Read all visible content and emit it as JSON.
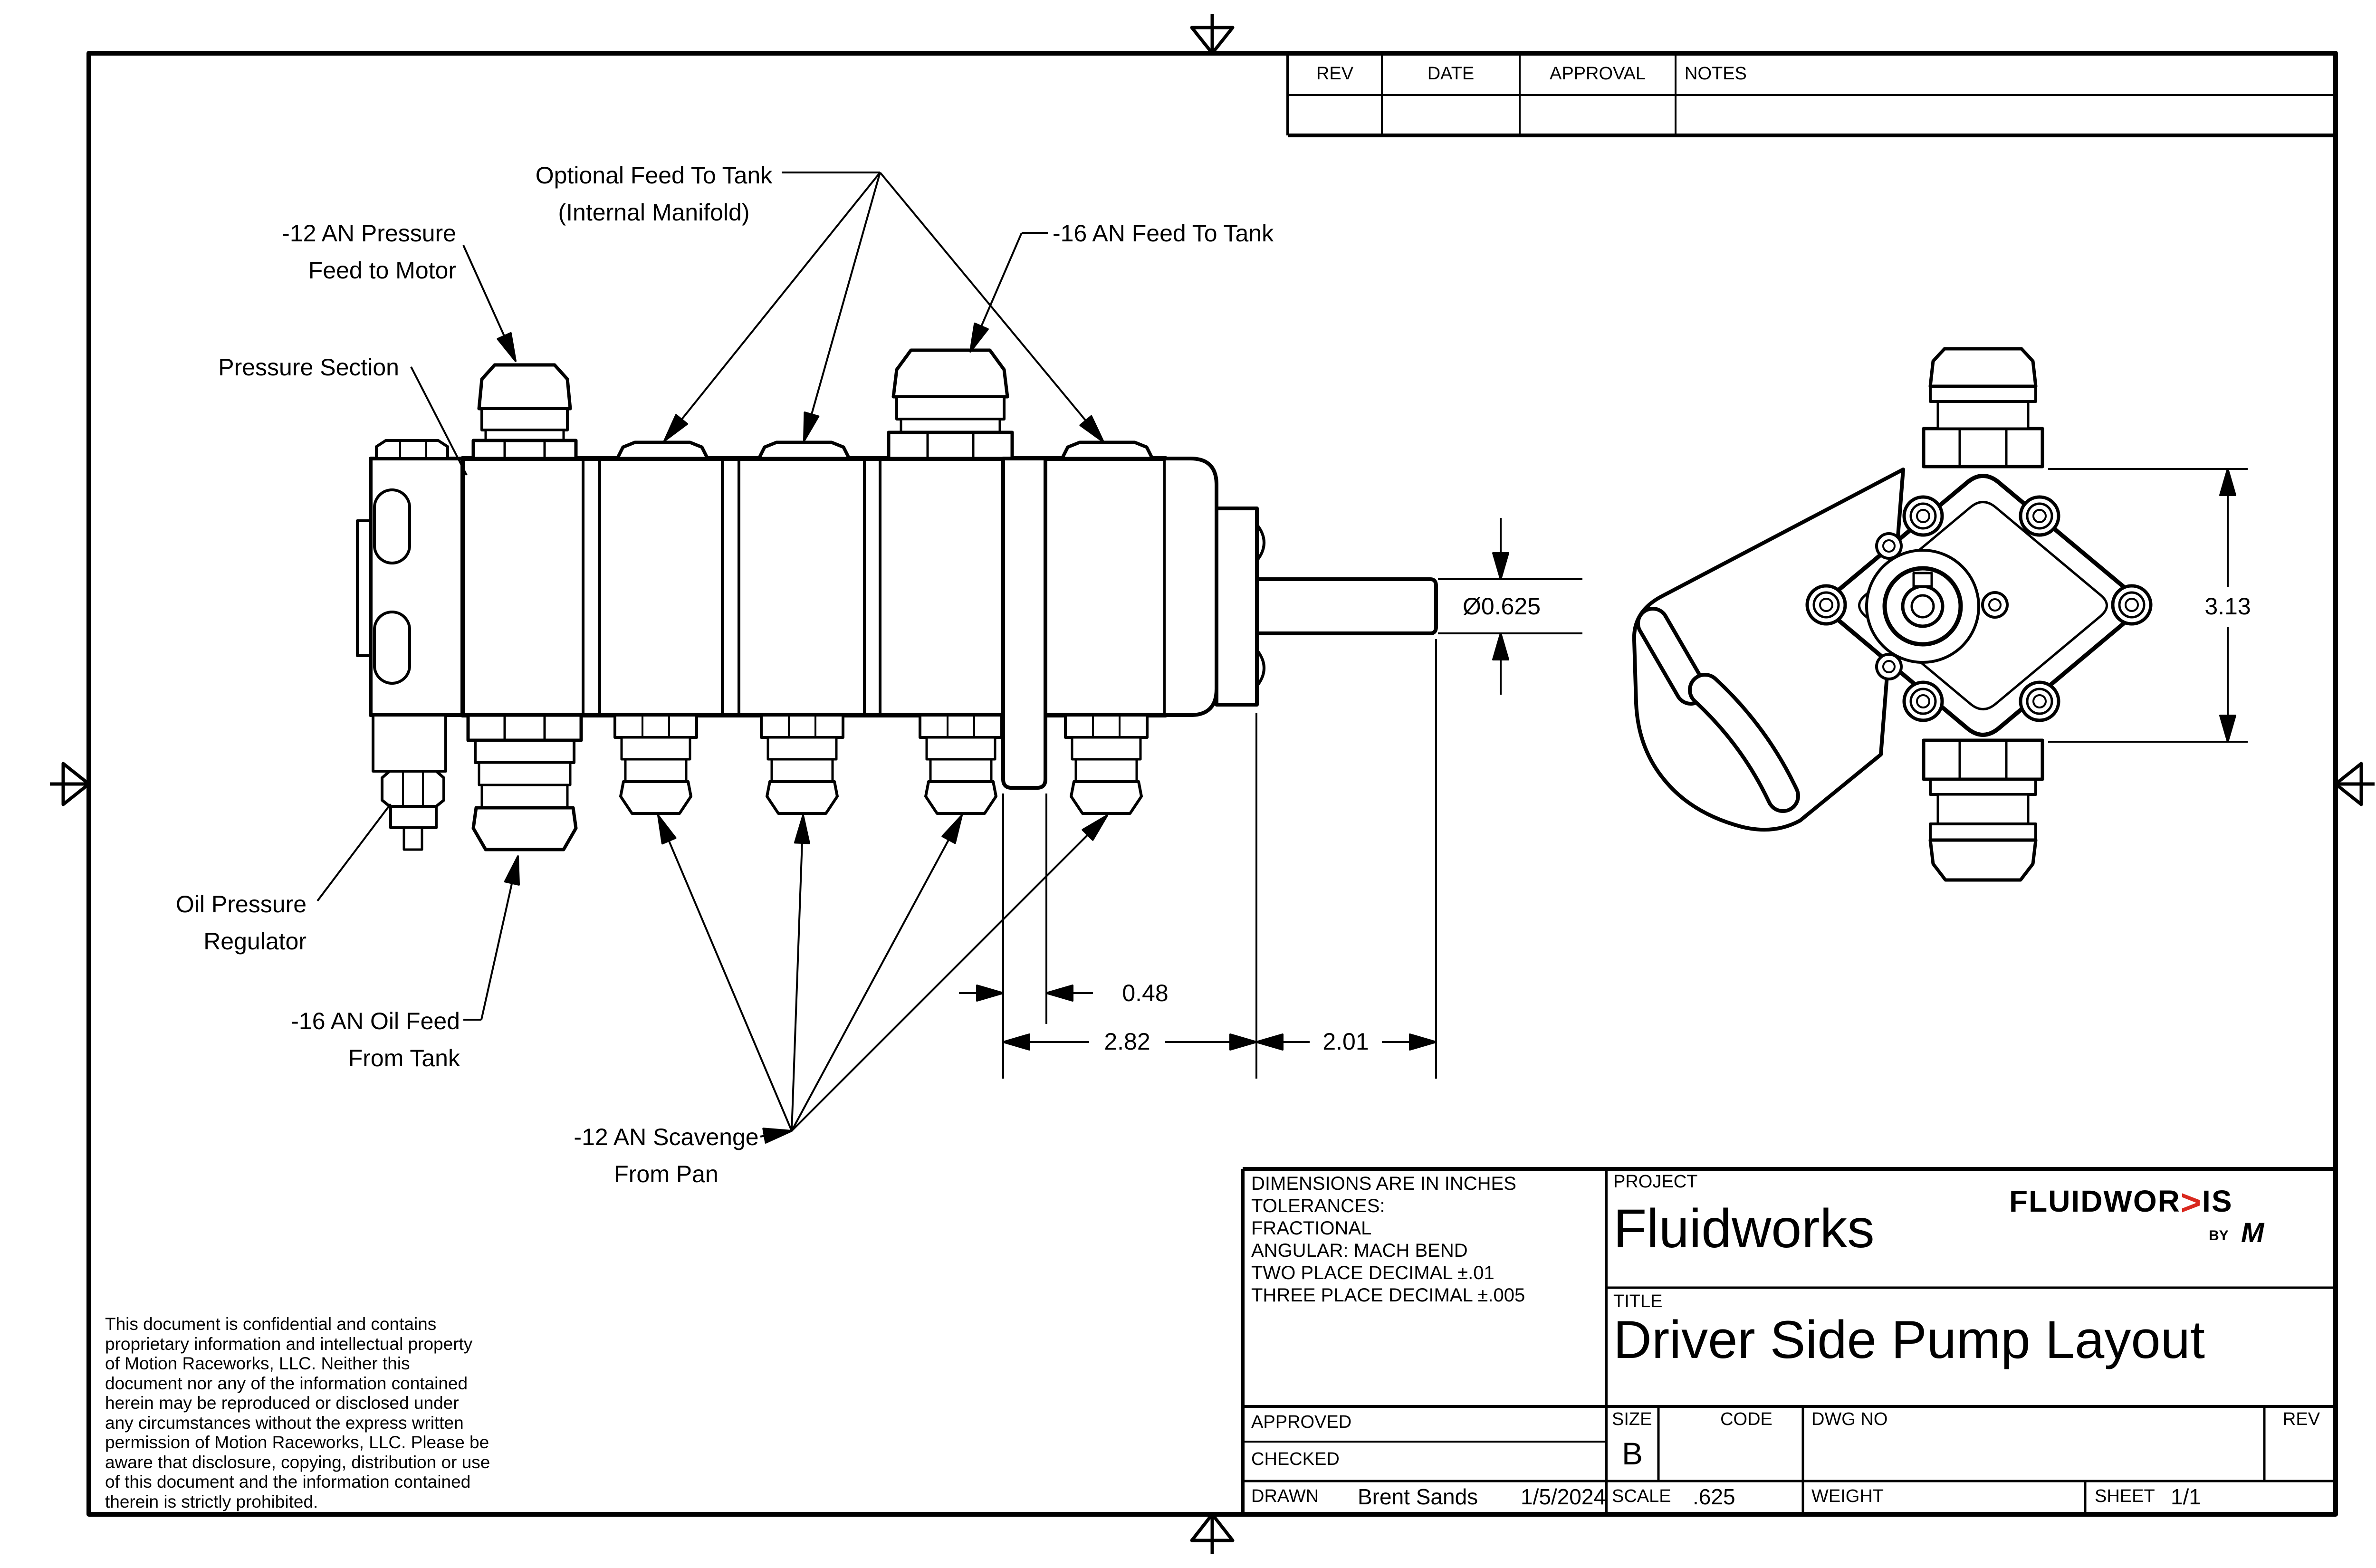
{
  "colors": {
    "ink": "#000000",
    "paper": "#ffffff",
    "accent_red": "#d9291f"
  },
  "rev_table": {
    "rev": "REV",
    "date": "DATE",
    "approval": "APPROVAL",
    "notes": "NOTES"
  },
  "annotations": {
    "optional_feed_1": "Optional Feed To Tank",
    "optional_feed_2": "(Internal Manifold)",
    "pressure_feed_1": "-12 AN Pressure",
    "pressure_feed_2": "Feed to Motor",
    "pressure_section": "Pressure Section",
    "feed_to_tank": "-16 AN Feed To Tank",
    "oil_regulator_1": "Oil Pressure",
    "oil_regulator_2": "Regulator",
    "oil_feed_1": "-16 AN Oil Feed",
    "oil_feed_2": "From Tank",
    "scavenge_1": "-12 AN Scavenge",
    "scavenge_2": "From Pan"
  },
  "dimensions": {
    "shaft_dia": "Ø0.625",
    "end_height": "3.13",
    "plate_width": "0.48",
    "body_length": "2.82",
    "shaft_length": "2.01"
  },
  "title_block": {
    "tol_line1": "DIMENSIONS ARE IN INCHES",
    "tol_line2": "TOLERANCES:",
    "tol_line3": "FRACTIONAL",
    "tol_line4": "ANGULAR: MACH BEND",
    "tol_line5": "TWO PLACE DECIMAL ±.01",
    "tol_line6": "THREE PLACE DECIMAL ±.005",
    "project_label": "PROJECT",
    "project": "Fluidworks",
    "title_label": "TITLE",
    "title": "Driver Side Pump Layout",
    "approved_label": "APPROVED",
    "checked_label": "CHECKED",
    "drawn_label": "DRAWN",
    "drawn_by": "Brent Sands",
    "drawn_date": "1/5/2024",
    "size_label": "SIZE",
    "size": "B",
    "code_label": "CODE",
    "dwg_label": "DWG NO",
    "rev_label": "REV",
    "scale_label": "SCALE",
    "scale": ".625",
    "weight_label": "WEIGHT",
    "sheet_label": "SHEET",
    "sheet": "1/1"
  },
  "logo": {
    "part1": "FLUIDWOR",
    "chevron": ">",
    "part2": "IS",
    "by": "BY",
    "m": "M"
  },
  "confidentiality": "This document is confidential and contains proprietary information and intellectual property of Motion Raceworks, LLC. Neither this document nor any of the information contained herein may be reproduced or disclosed under any circumstances without the express written permission of Motion Raceworks, LLC. Please be aware that disclosure, copying, distribution or use of this document and the information contained therein is strictly prohibited."
}
